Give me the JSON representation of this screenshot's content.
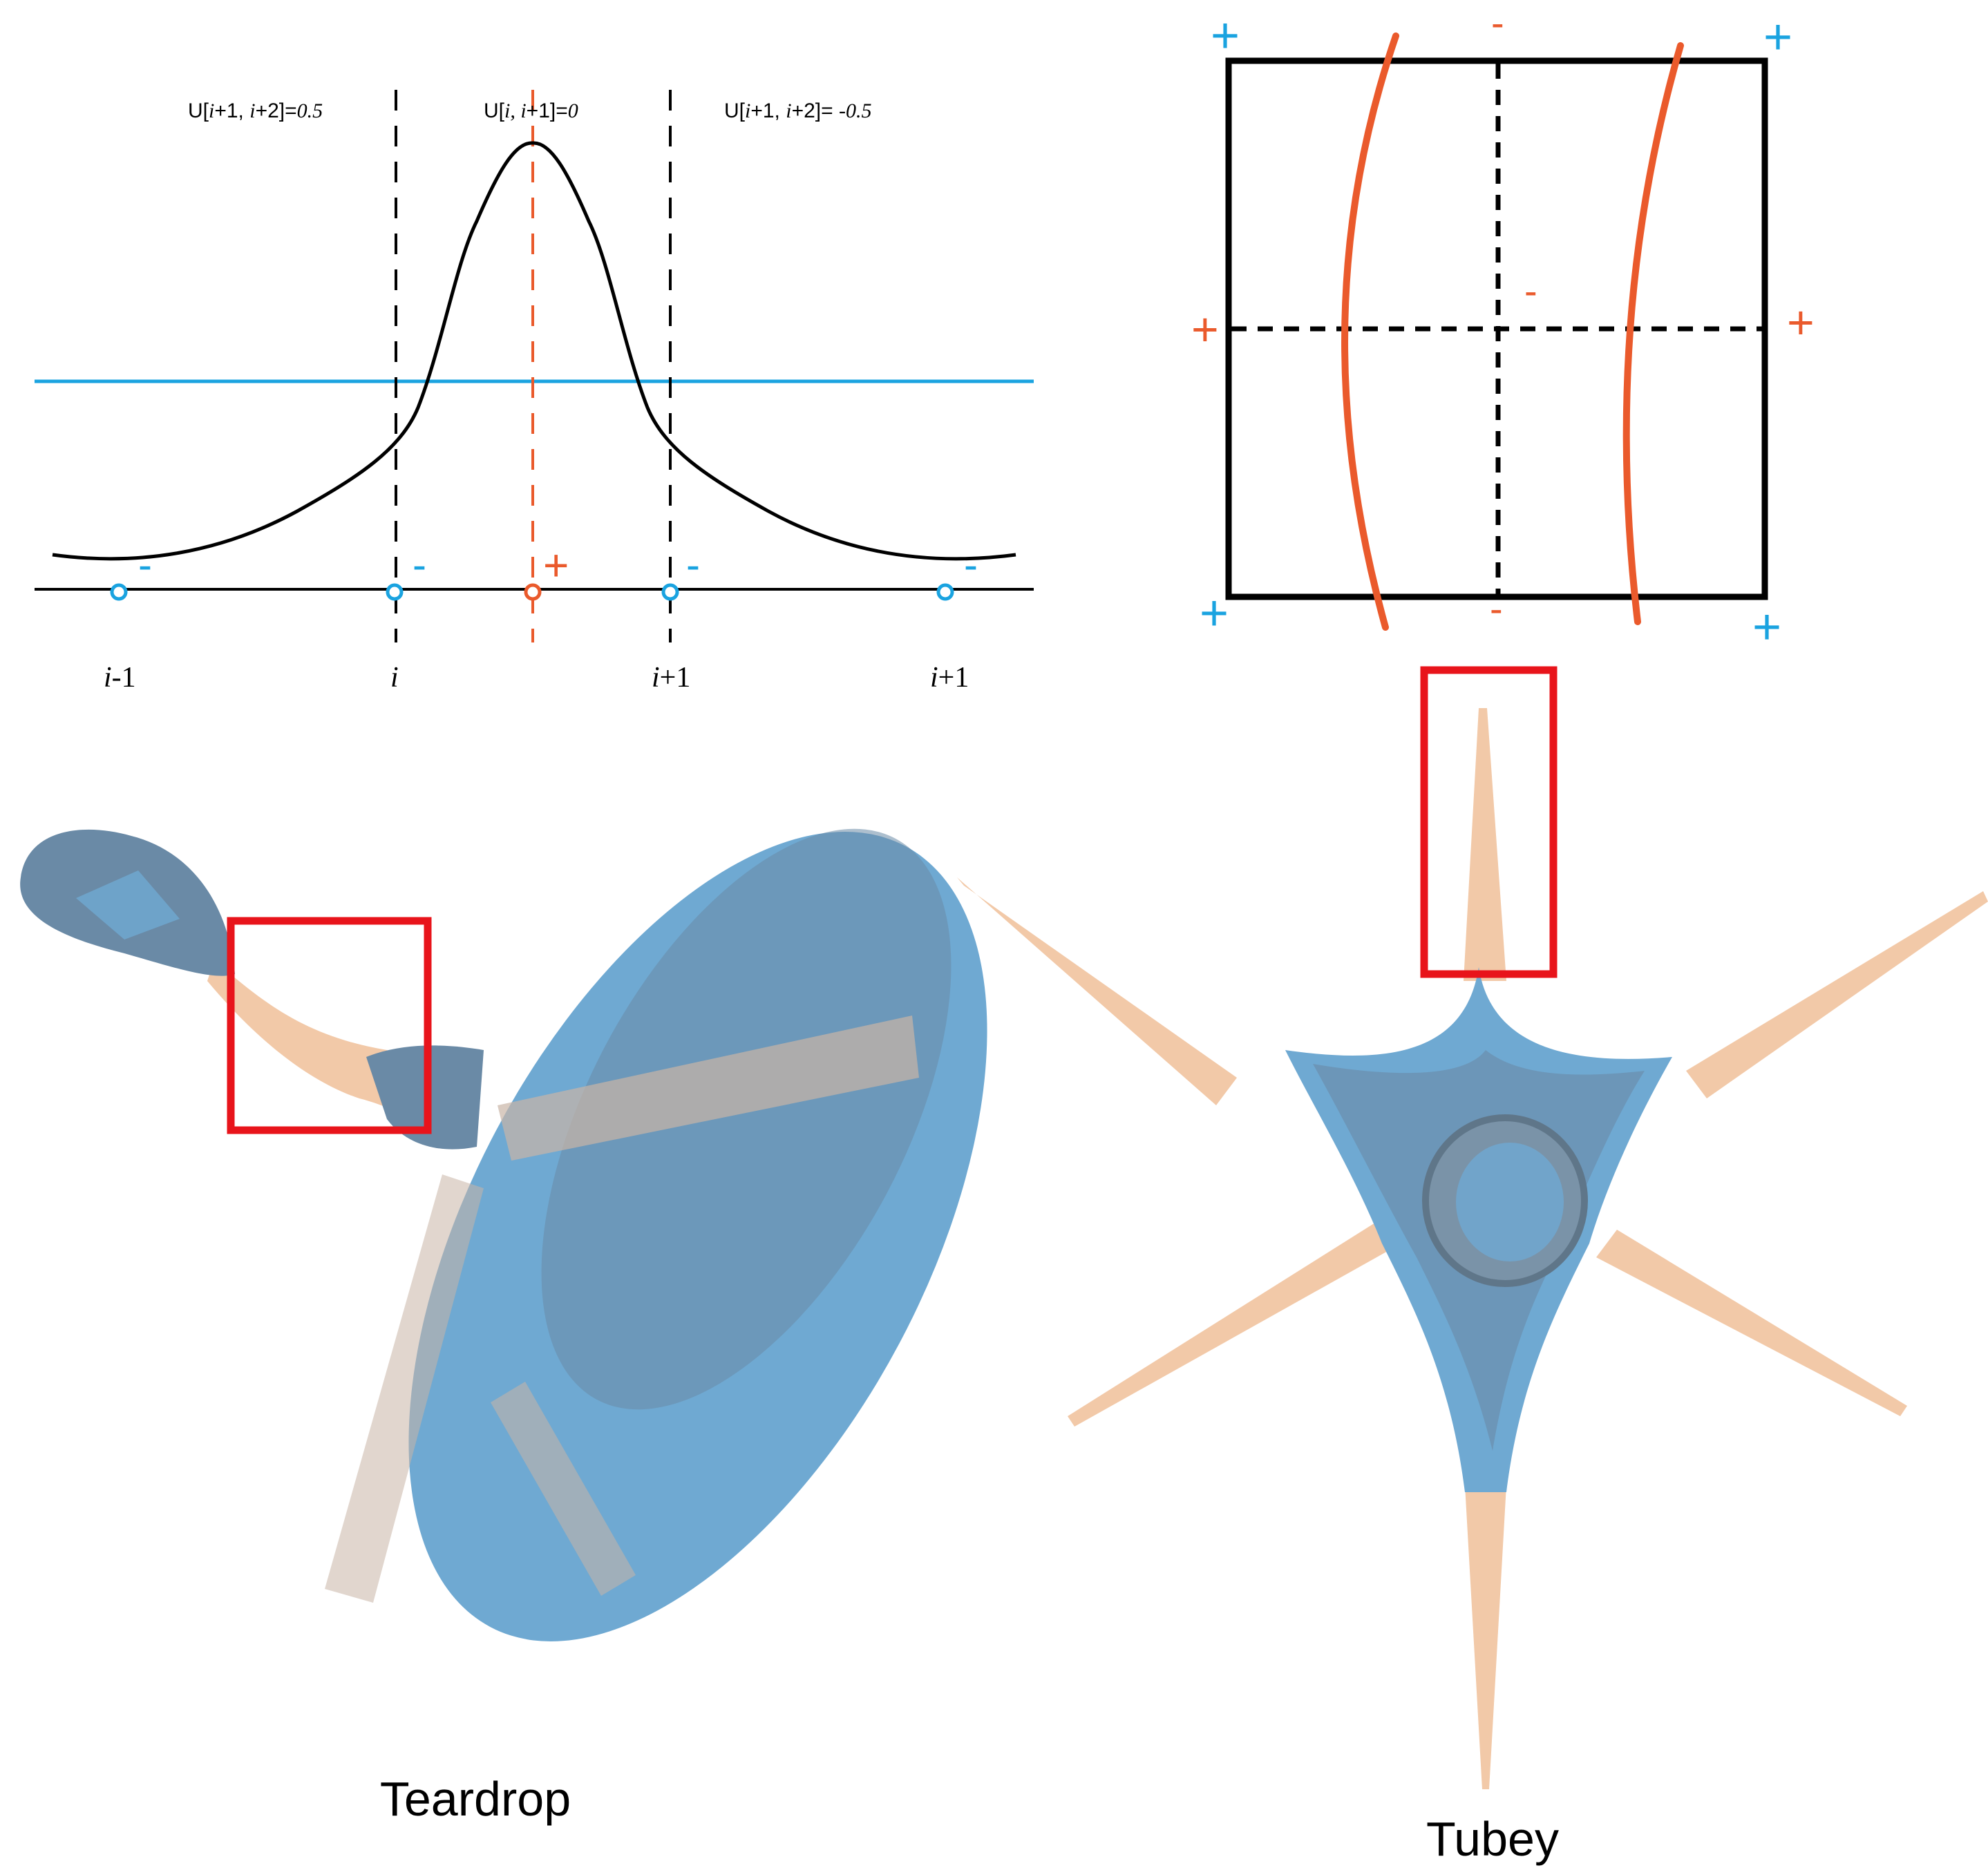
{
  "colors": {
    "black": "#000000",
    "blue_line": "#1aa3e0",
    "orange": "#ea5a2c",
    "red_box": "#e8141b",
    "surface_blue": "#6fa9d2",
    "surface_slate": "#6a8aa6",
    "surface_peach": "#f2c9a8"
  },
  "chart": {
    "region_labels": {
      "left_prefix": "U[",
      "left_var": "i",
      "left_mid": "+1, ",
      "left_var2": "i",
      "left_suffix": "+2]=",
      "left_value": "0.5",
      "center_prefix": "U[",
      "center_var": "i, i",
      "center_suffix": "+1]=",
      "center_value": "0",
      "right_prefix": "U[",
      "right_var": "i",
      "right_mid": "+1, ",
      "right_var2": "i",
      "right_suffix": "+2]= ",
      "right_value": "-0.5"
    },
    "axis_labels": [
      {
        "var": "i",
        "suffix": "-1"
      },
      {
        "var": "i",
        "suffix": ""
      },
      {
        "var": "i",
        "suffix": "+1"
      },
      {
        "var": "i",
        "suffix": "+1"
      }
    ],
    "point_signs": [
      "-",
      "-",
      "+",
      "-",
      "-"
    ]
  },
  "square": {
    "corner_signs": [
      "+",
      "+",
      "+",
      "+"
    ],
    "edge_signs": {
      "top": "-",
      "bottom": "-",
      "left": "+",
      "right": "+",
      "center": "-"
    }
  },
  "captions": {
    "teardrop": "Teardrop",
    "tubey": "Tubey"
  }
}
